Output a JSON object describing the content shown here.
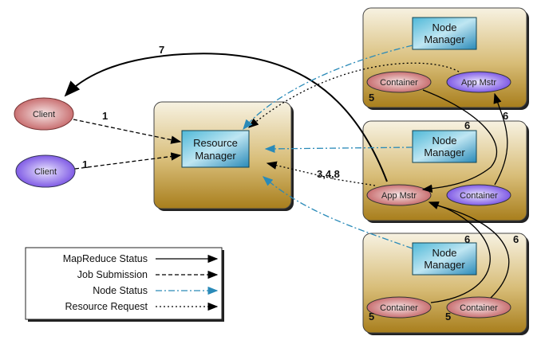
{
  "clients": [
    {
      "label": "Client",
      "color": "#c86a6a"
    },
    {
      "label": "Client",
      "color": "#7b5ce0"
    }
  ],
  "resource_manager": {
    "line1": "Resource",
    "line2": "Manager"
  },
  "nodes": [
    {
      "manager": [
        "Node",
        "Manager"
      ],
      "containers": [
        {
          "label": "Container",
          "color": "#c86a6a"
        },
        {
          "label": "App Mstr",
          "color": "#7b5ce0"
        }
      ],
      "step_labels": [
        "5"
      ]
    },
    {
      "manager": [
        "Node",
        "Manager"
      ],
      "containers": [
        {
          "label": "App Mstr",
          "color": "#c86a6a"
        },
        {
          "label": "Container",
          "color": "#7b5ce0"
        }
      ],
      "step_labels": []
    },
    {
      "manager": [
        "Node",
        "Manager"
      ],
      "containers": [
        {
          "label": "Container",
          "color": "#c86a6a"
        },
        {
          "label": "Container",
          "color": "#c86a6a"
        }
      ],
      "step_labels": [
        "5",
        "5"
      ]
    }
  ],
  "step_labels": {
    "mapreduce_status": "7",
    "client1_submit": "1",
    "client2_submit": "1",
    "resource_request": "3,4,8",
    "six_a": "6",
    "six_b": "6",
    "six_c": "6",
    "six_d": "6"
  },
  "legend": [
    {
      "label": "MapReduce Status",
      "style": "solid",
      "color": "#000000"
    },
    {
      "label": "Job Submission",
      "style": "dashed",
      "color": "#000000"
    },
    {
      "label": "Node Status",
      "style": "dash-dot",
      "color": "#2a8ab8"
    },
    {
      "label": "Resource Request",
      "style": "dotted",
      "color": "#000000"
    }
  ],
  "colors": {
    "box": "#c9a448",
    "manager": "#2f9dc4",
    "node_status": "#2a8ab8"
  }
}
